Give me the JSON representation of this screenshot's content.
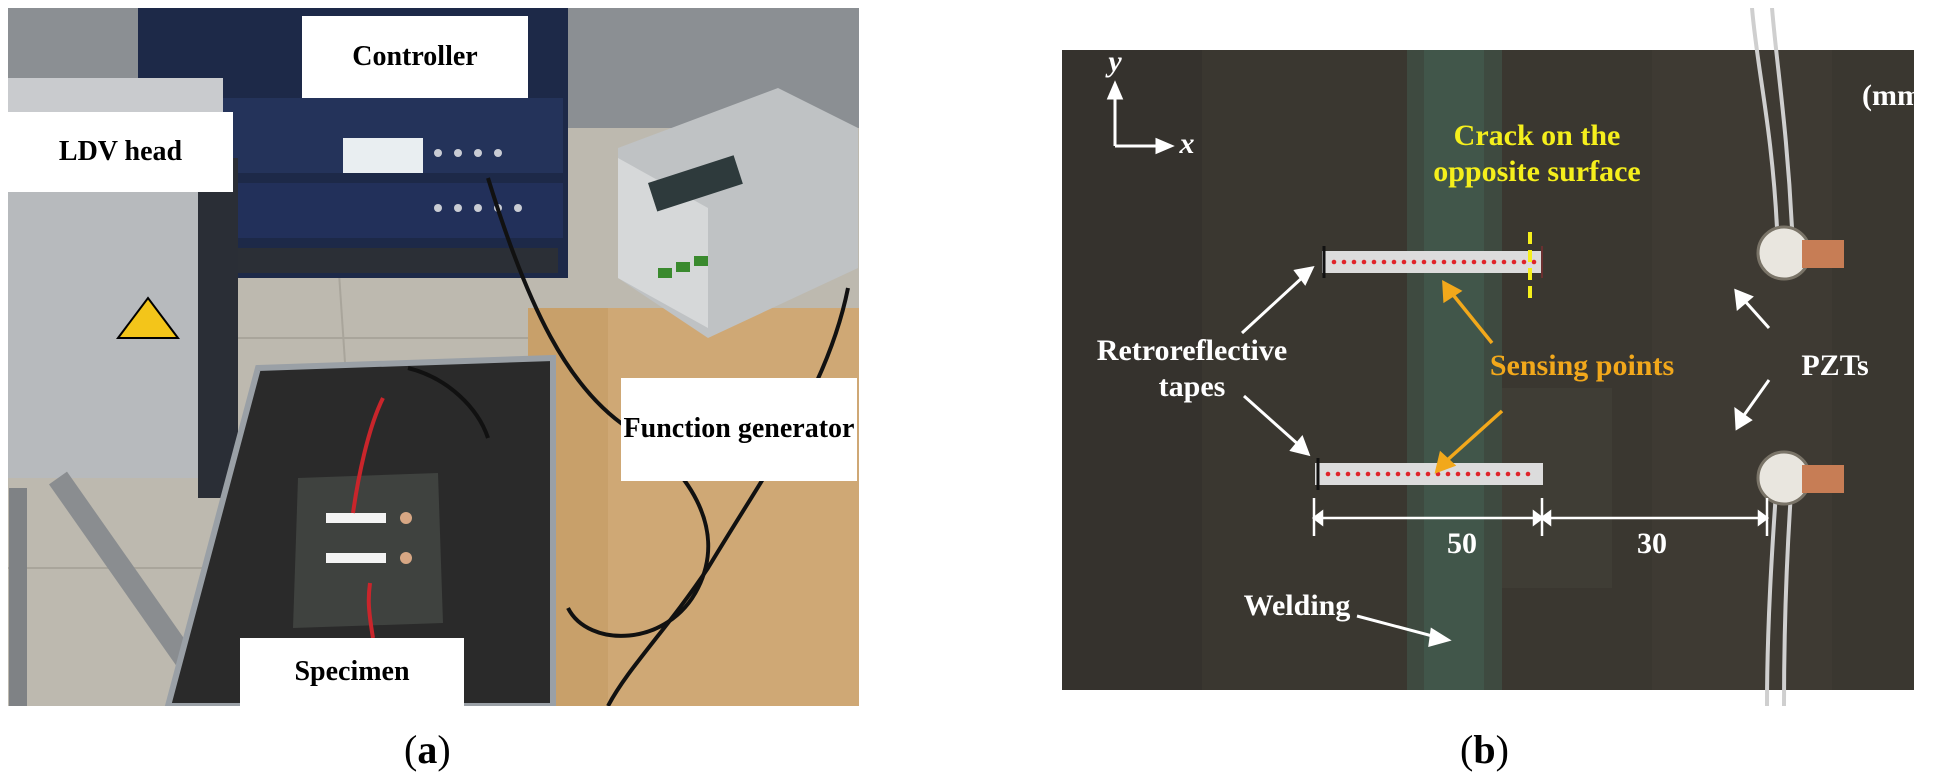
{
  "panel_a": {
    "labels": {
      "controller": "Controller",
      "ldv_head": "LDV head",
      "function_generator": "Function generator",
      "specimen": "Specimen"
    },
    "caption": {
      "open": "(",
      "letter": "a",
      "close": ")"
    }
  },
  "panel_b": {
    "unit": "(mm)",
    "axis_y": "y",
    "axis_x": "x",
    "crack_label": "Crack on the opposite surface",
    "tapes_label": "Retroreflective tapes",
    "sensing_label": "Sensing points",
    "pzt_label": "PZTs",
    "welding_label": "Welding",
    "dim_50": "50",
    "dim_30": "30",
    "caption": {
      "open": "(",
      "letter": "b",
      "close": ")"
    }
  },
  "colors": {
    "crack": "#f5ef1c",
    "sensing": "#f2a81b",
    "sensing_dots": "#e0242a",
    "plate": "#3a3730"
  }
}
